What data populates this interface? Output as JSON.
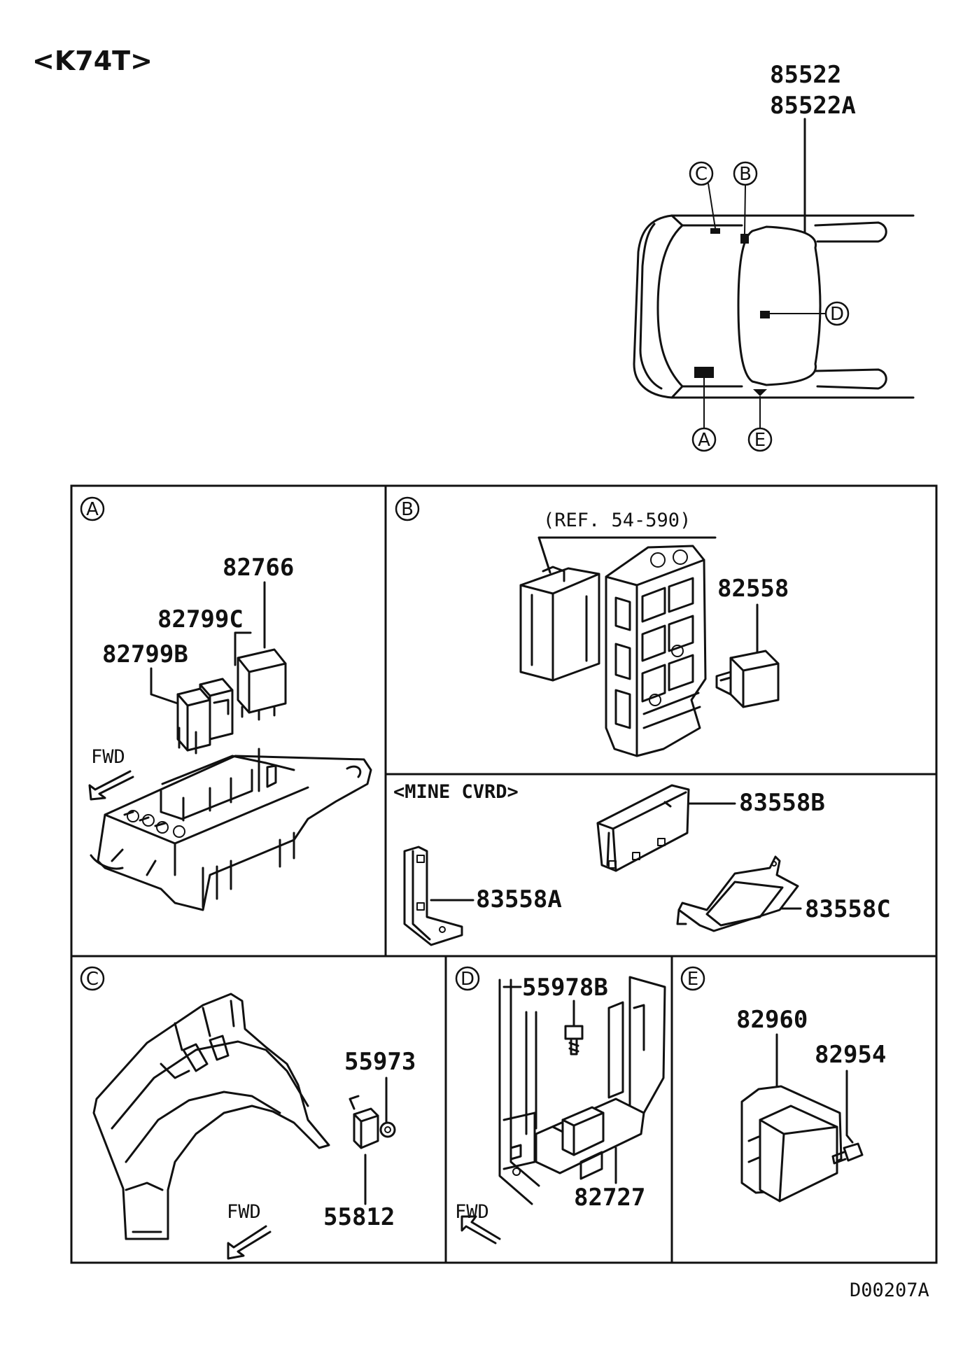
{
  "title": "<K74T>",
  "drawing_code": "D00207A",
  "overview": {
    "part_labels": [
      "85522",
      "85522A"
    ],
    "callouts": [
      "C",
      "B",
      "D",
      "A",
      "E"
    ]
  },
  "panels": {
    "A": {
      "letter": "A",
      "parts": [
        "82766",
        "82799C",
        "82799B"
      ],
      "fwd": "FWD"
    },
    "B": {
      "letter": "B",
      "ref": "(REF. 54-590)",
      "parts": [
        "82558"
      ]
    },
    "mine": {
      "heading": "<MINE CVRD>",
      "parts": [
        "83558B",
        "83558A",
        "83558C"
      ]
    },
    "C": {
      "letter": "C",
      "parts": [
        "55973",
        "55812"
      ],
      "fwd": "FWD"
    },
    "D": {
      "letter": "D",
      "parts": [
        "55978B",
        "82727"
      ],
      "fwd": "FWD"
    },
    "E": {
      "letter": "E",
      "parts": [
        "82960",
        "82954"
      ]
    }
  }
}
